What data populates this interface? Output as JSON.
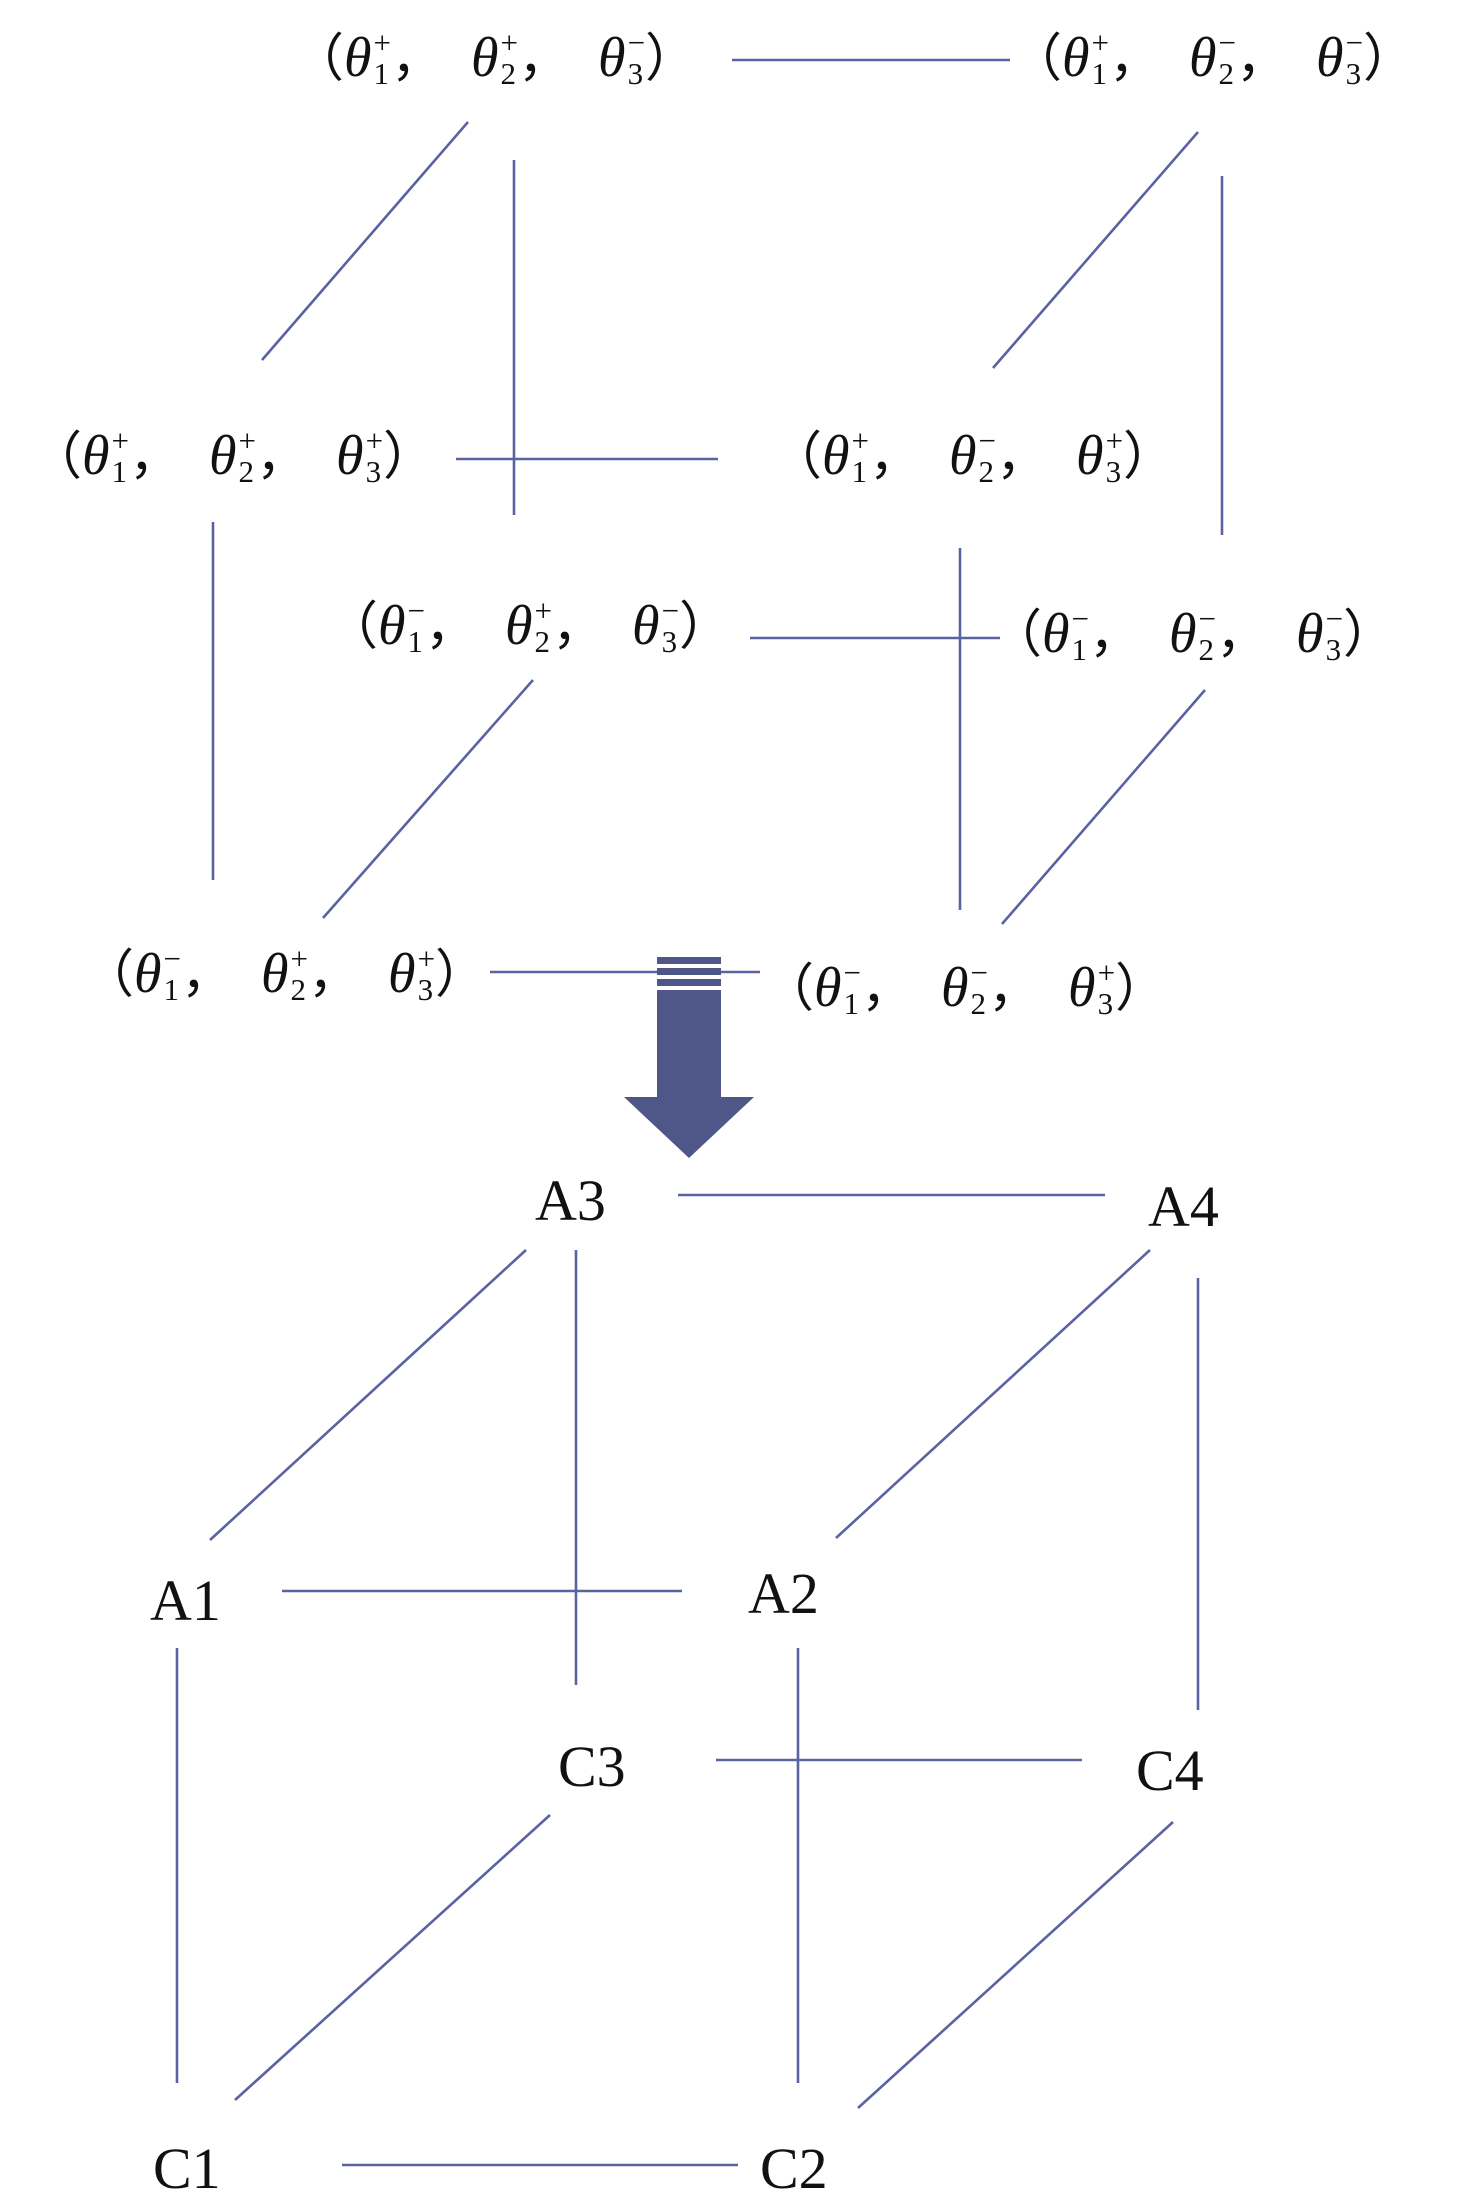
{
  "colors": {
    "edge": "#5a63a1",
    "arrow": "#4e5788",
    "text": "#111111"
  },
  "theta_cube": {
    "symbol": "θ",
    "open_paren": "（",
    "close_paren": "）",
    "separator": "，",
    "nodes": [
      {
        "id": "tl",
        "terms": [
          {
            "sub": "1",
            "sup": "+"
          },
          {
            "sub": "2",
            "sup": "+"
          },
          {
            "sub": "3",
            "sup": "−"
          }
        ]
      },
      {
        "id": "tr",
        "terms": [
          {
            "sub": "1",
            "sup": "+"
          },
          {
            "sub": "2",
            "sup": "−"
          },
          {
            "sub": "3",
            "sup": "−"
          }
        ]
      },
      {
        "id": "ml",
        "terms": [
          {
            "sub": "1",
            "sup": "+"
          },
          {
            "sub": "2",
            "sup": "+"
          },
          {
            "sub": "3",
            "sup": "+"
          }
        ]
      },
      {
        "id": "mr",
        "terms": [
          {
            "sub": "1",
            "sup": "+"
          },
          {
            "sub": "2",
            "sup": "−"
          },
          {
            "sub": "3",
            "sup": "+"
          }
        ]
      },
      {
        "id": "cl",
        "terms": [
          {
            "sub": "1",
            "sup": "−"
          },
          {
            "sub": "2",
            "sup": "+"
          },
          {
            "sub": "3",
            "sup": "−"
          }
        ]
      },
      {
        "id": "cr",
        "terms": [
          {
            "sub": "1",
            "sup": "−"
          },
          {
            "sub": "2",
            "sup": "−"
          },
          {
            "sub": "3",
            "sup": "−"
          }
        ]
      },
      {
        "id": "bl",
        "terms": [
          {
            "sub": "1",
            "sup": "−"
          },
          {
            "sub": "2",
            "sup": "+"
          },
          {
            "sub": "3",
            "sup": "+"
          }
        ]
      },
      {
        "id": "br",
        "terms": [
          {
            "sub": "1",
            "sup": "−"
          },
          {
            "sub": "2",
            "sup": "−"
          },
          {
            "sub": "3",
            "sup": "+"
          }
        ]
      }
    ]
  },
  "letter_cube": {
    "nodes": [
      {
        "id": "a3",
        "label": "A3"
      },
      {
        "id": "a4",
        "label": "A4"
      },
      {
        "id": "a1",
        "label": "A1"
      },
      {
        "id": "a2",
        "label": "A2"
      },
      {
        "id": "c3",
        "label": "C3"
      },
      {
        "id": "c4",
        "label": "C4"
      },
      {
        "id": "c1",
        "label": "C1"
      },
      {
        "id": "c2",
        "label": "C2"
      }
    ]
  }
}
